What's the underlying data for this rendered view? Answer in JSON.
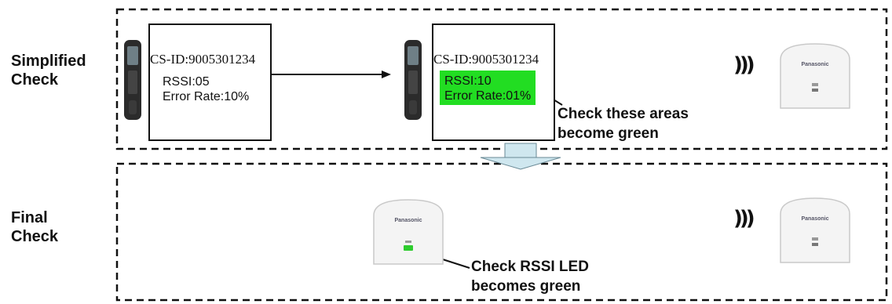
{
  "sections": {
    "simplified": {
      "label_line1": "Simplified",
      "label_line2": "Check"
    },
    "final": {
      "label_line1": "Final",
      "label_line2": "Check"
    }
  },
  "screen_before": {
    "cs_id": "CS-ID:9005301234",
    "rssi": "RSSI:05",
    "error_rate": "Error Rate:10%"
  },
  "screen_after": {
    "cs_id": "CS-ID:9005301234",
    "rssi": "RSSI:10",
    "error_rate": "Error Rate:01%",
    "highlight_color": "#22dd22"
  },
  "callouts": {
    "green_areas_line1": "Check these areas",
    "green_areas_line2": "become green",
    "rssi_led_line1": "Check RSSI LED",
    "rssi_led_line2": "becomes green"
  },
  "device": {
    "brand": "Panasonic"
  },
  "colors": {
    "led_green": "#2ecc2e",
    "down_arrow": "#cfe7ef"
  }
}
